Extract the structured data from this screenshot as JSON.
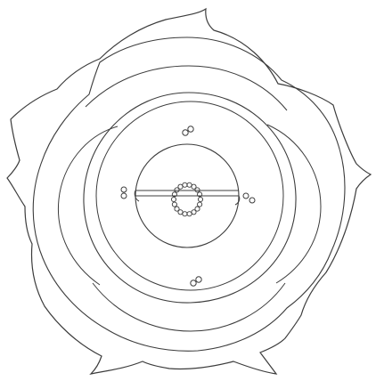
{
  "colors": {
    "background": "#ffffff",
    "line": "#3c3c3c"
  },
  "icons": {
    "flower": "rose-flower-line-drawing",
    "seeds": "paired-ovule-marks",
    "ring": "stamen-ring"
  }
}
